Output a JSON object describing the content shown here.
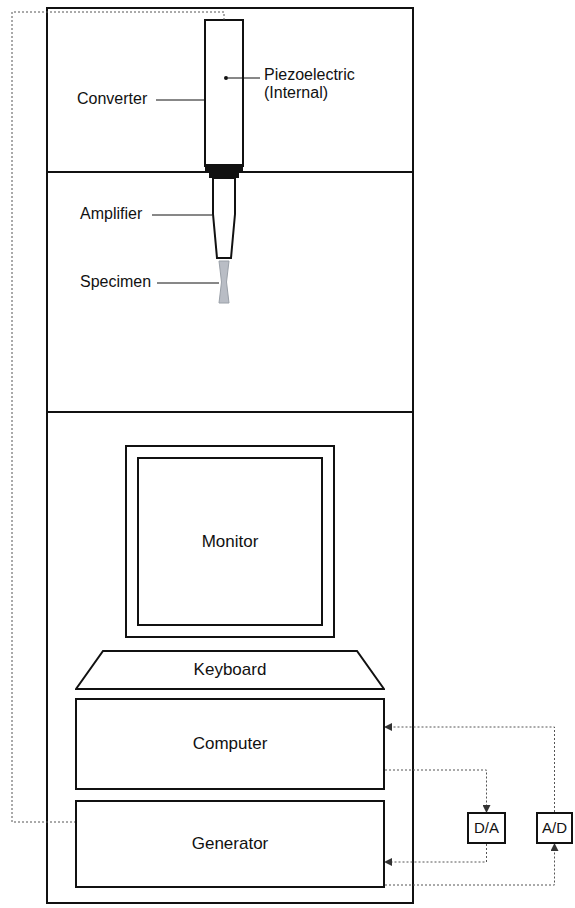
{
  "diagram": {
    "nodes": [
      {
        "text": [
          "Monitor"
        ]
      },
      {
        "text": [
          "Keyboard"
        ]
      },
      {
        "text": [
          "Computer"
        ]
      },
      {
        "text": [
          "Generator"
        ]
      },
      {
        "text": [
          "D/A"
        ]
      },
      {
        "text": [
          "A/D"
        ]
      }
    ],
    "edges": [
      {
        "from": 2,
        "to": 4,
        "arrow": "to"
      },
      {
        "from": 4,
        "to": 3,
        "arrow": "to"
      },
      {
        "from": 3,
        "to": 5,
        "arrow": "to"
      },
      {
        "from": 5,
        "to": 2,
        "arrow": "to"
      }
    ],
    "labels": [
      "Converter",
      "Piezoelectric (Internal)",
      "Amplifier",
      "Specimen"
    ]
  }
}
